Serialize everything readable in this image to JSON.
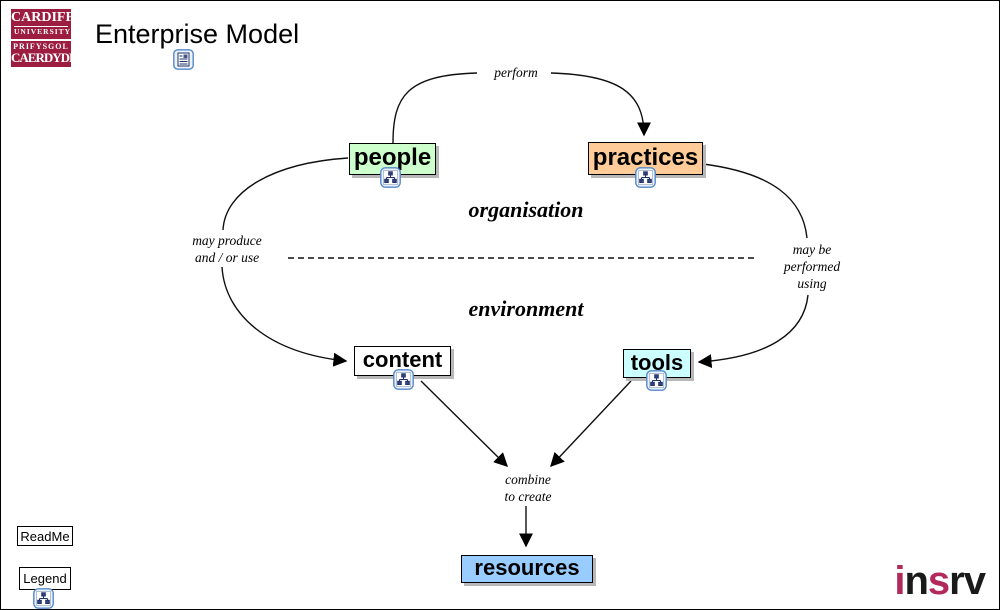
{
  "header": {
    "university_logo": {
      "line1": "CARDIFF",
      "line2": "UNIVERSITY",
      "line3": "PRIFYSGOL",
      "line4": "CAERDYDD",
      "bg_color": "#9d1d40"
    },
    "title": "Enterprise Model"
  },
  "nodes": {
    "people": {
      "label": "people",
      "fill": "#ccffcc"
    },
    "practices": {
      "label": "practices",
      "fill": "#ffcc99"
    },
    "content": {
      "label": "content",
      "fill": "#ffffff"
    },
    "tools": {
      "label": "tools",
      "fill": "#ccffff"
    },
    "resources": {
      "label": "resources",
      "fill": "#99ccff"
    }
  },
  "edge_labels": {
    "perform": "perform",
    "may_produce": [
      "may produce",
      "and / or use"
    ],
    "may_be_performed": [
      "may be",
      "performed",
      "using"
    ],
    "combine": [
      "combine",
      "to create"
    ]
  },
  "region_labels": {
    "organisation": "organisation",
    "environment": "environment"
  },
  "buttons": {
    "readme": "ReadMe",
    "legend": "Legend"
  },
  "footer_logo": {
    "parts": [
      {
        "text": "i",
        "color": "#b12a5b"
      },
      {
        "text": "n",
        "color": "#1a1a1a"
      },
      {
        "text": "s",
        "color": "#b12a5b"
      },
      {
        "text": "r",
        "color": "#1a1a1a"
      },
      {
        "text": "v",
        "color": "#1a1a1a"
      }
    ]
  }
}
